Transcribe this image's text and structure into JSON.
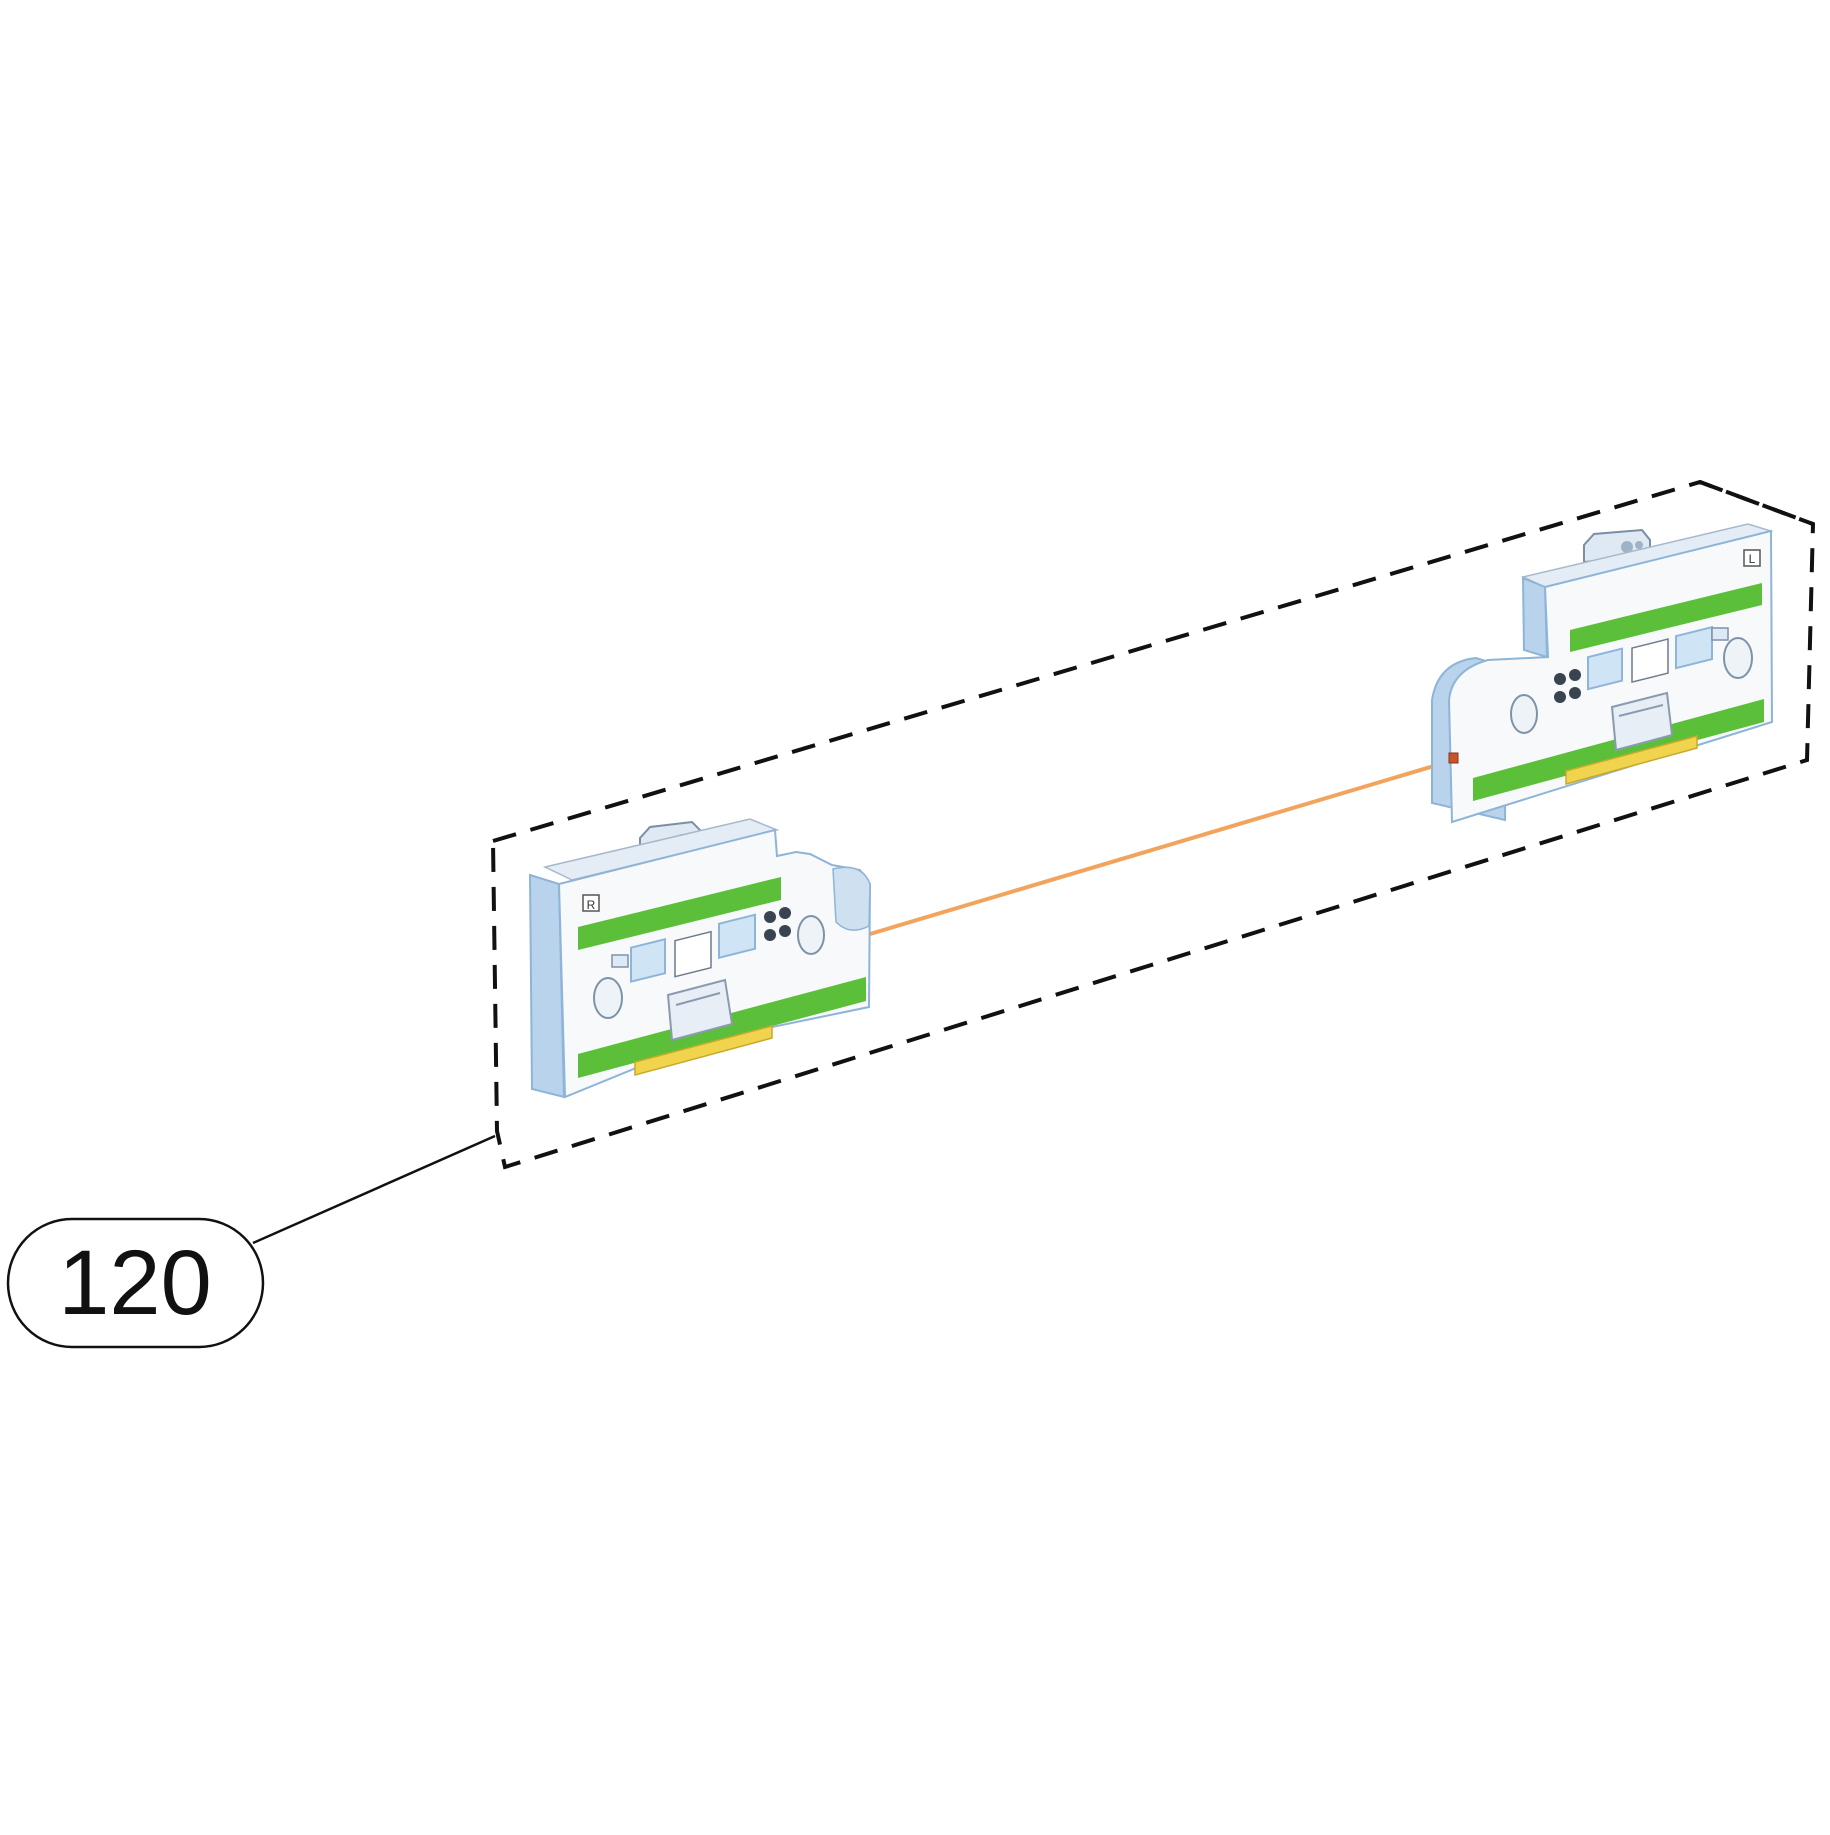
{
  "callout": {
    "label": "120"
  },
  "modules": {
    "right": {
      "marker": "R"
    },
    "left": {
      "marker": "L"
    }
  },
  "colors": {
    "background": "#ffffff",
    "outline": "#111111",
    "housing_face": "#f7f9fb",
    "housing_side": "#b9d3ec",
    "housing_edge": "#8eb4d8",
    "green_strip": "#5cbf3a",
    "yellow_rail": "#f1d44e",
    "window_blue": "#cfe4f5",
    "beam": "#f2a45c",
    "emitter": "#c8552a"
  }
}
